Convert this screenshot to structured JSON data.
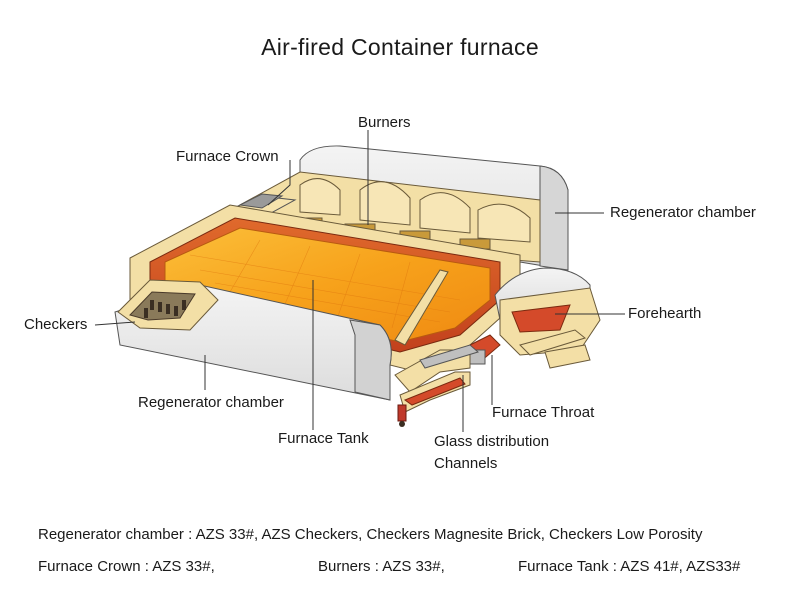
{
  "title": "Air-fired Container  furnace",
  "labels": {
    "burners": "Burners",
    "furnace_crown": "Furnace Crown",
    "regenerator_chamber_right": "Regenerator chamber",
    "checkers": "Checkers",
    "forehearth": "Forehearth",
    "regenerator_chamber_left": "Regenerator chamber",
    "furnace_tank": "Furnace Tank",
    "furnace_throat": "Furnace Throat",
    "glass_distribution_line1": "Glass distribution",
    "glass_distribution_line2": "Channels"
  },
  "notes": {
    "regenerator_materials": "Regenerator chamber : AZS 33#, AZS Checkers, Checkers Magnesite Brick, Checkers Low Porosity",
    "crown_materials": "Furnace Crown : AZS 33#,",
    "burners_materials": "Burners : AZS 33#,",
    "tank_materials": "Furnace Tank : AZS 41#, AZS33#"
  },
  "colors": {
    "molten_glass": "#f7a21b",
    "refractory": "#f3dfa6",
    "regenerator_shell": "#e9e9e9",
    "lining": "#d4562a"
  }
}
